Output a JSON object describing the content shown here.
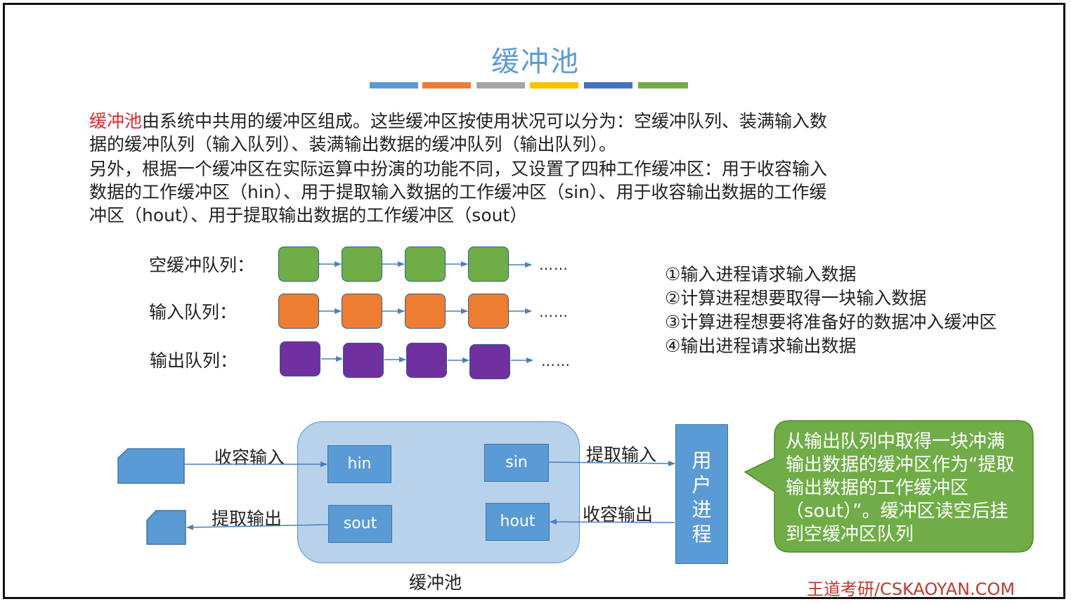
{
  "title": "缓冲池",
  "color_bars": [
    "#5b9bd5",
    "#ed7d31",
    "#a5a5a5",
    "#ffc000",
    "#4472c4",
    "#70ad47"
  ],
  "intro": {
    "highlight": "缓冲池",
    "line1_rest": "由系统中共用的缓冲区组成。这些缓冲区按使用状况可以分为：空缓冲队列、装满输入数",
    "line2": "据的缓冲队列（输入队列）、装满输出数据的缓冲队列（输出队列）。",
    "line3": "另外，根据一个缓冲区在实际运算中扮演的功能不同，又设置了四种工作缓冲区：用于收容输入",
    "line4": "数据的工作缓冲区（hin）、用于提取输入数据的工作缓冲区（sin）、用于收容输出数据的工作缓",
    "line5": "冲区（hout）、用于提取输出数据的工作缓冲区（sout）"
  },
  "queues": [
    {
      "label": "空缓冲队列：",
      "color": "#70ad47",
      "ellipsis": "……"
    },
    {
      "label": "输入队列：",
      "color": "#ed7d31",
      "ellipsis": "……"
    },
    {
      "label": "输出队列：",
      "color": "#7030a0",
      "ellipsis": "……"
    }
  ],
  "steps": [
    "①输入进程请求输入数据",
    "②计算进程想要取得一块输入数据",
    "③计算进程想要将准备好的数据冲入缓冲区",
    "④输出进程请求输出数据"
  ],
  "pool": {
    "label": "缓冲池",
    "hin": "hin",
    "sin": "sin",
    "sout": "sout",
    "hout": "hout"
  },
  "arrows": {
    "collect_input": "收容输入",
    "extract_output": "提取输出",
    "extract_input": "提取输入",
    "collect_output": "收容输出"
  },
  "user_process": "用户进程",
  "callout": "从输出队列中取得一块冲满输出数据的缓冲区作为“提取输出数据的工作缓冲区（sout）”。缓冲区读空后挂到空缓冲区队列",
  "footer": "王道考研/CSKAOYAN.COM"
}
